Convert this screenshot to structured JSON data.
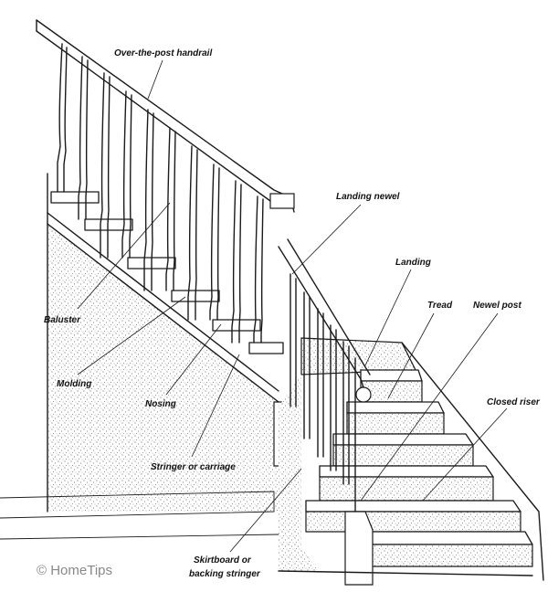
{
  "diagram": {
    "labels": {
      "handrail": "Over-the-post handrail",
      "landing_newel": "Landing newel",
      "landing": "Landing",
      "tread": "Tread",
      "newel_post": "Newel post",
      "baluster": "Baluster",
      "closed_riser": "Closed riser",
      "molding": "Molding",
      "nosing": "Nosing",
      "stringer": "Stringer or carriage",
      "skirtboard_line1": "Skirtboard or",
      "skirtboard_line2": "backing stringer"
    },
    "credit": "© HomeTips"
  }
}
